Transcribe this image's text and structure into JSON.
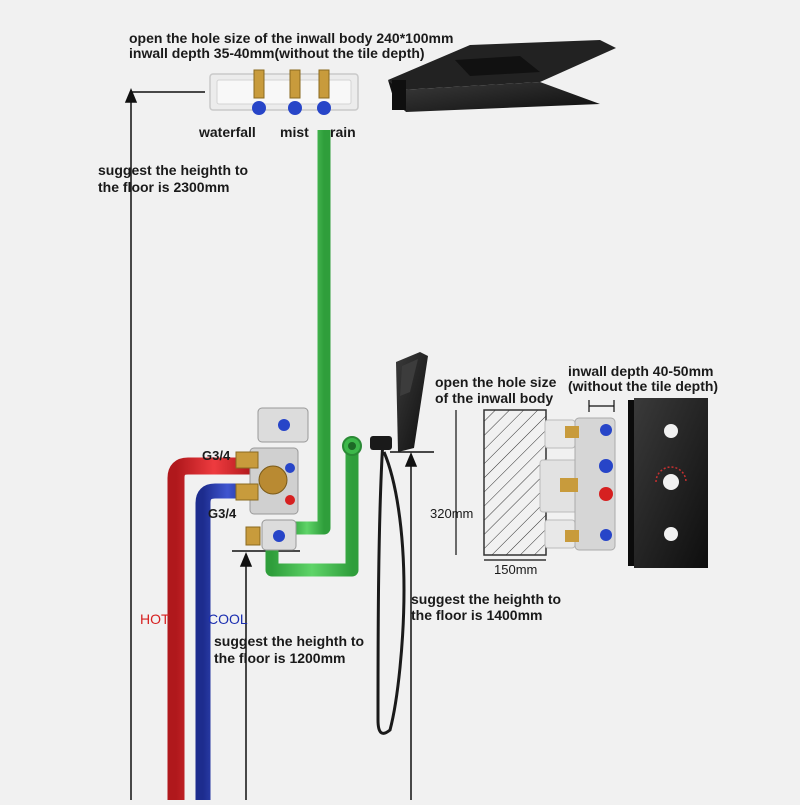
{
  "top_note": {
    "line1": "open the hole size of the inwall body 240*100mm",
    "line2": "inwall depth 35-40mm(without the tile depth)"
  },
  "outlets": {
    "waterfall": "waterfall",
    "mist": "mist",
    "rain": "rain"
  },
  "height_2300": {
    "line1": "suggest the heighth to",
    "line2": "the floor is 2300mm"
  },
  "height_1400": {
    "line1": "suggest the heighth to",
    "line2": "the floor is 1400mm"
  },
  "height_1200": {
    "line1": "suggest the heighth to",
    "line2": "the floor is 1200mm"
  },
  "fittings": {
    "upper": "G3/4",
    "lower": "G3/4"
  },
  "supply": {
    "hot": "HOT",
    "cool": "COOL"
  },
  "hole_box": {
    "line1": "open the hole size",
    "line2": "of the inwall body",
    "height": "320mm",
    "width": "150mm"
  },
  "inwall_depth": {
    "line1": "inwall depth 40-50mm",
    "line2": "(without the tile depth)"
  },
  "colors": {
    "hot_pipe": "#d9262a",
    "cool_pipe": "#2a3fb8",
    "green_pipe": "#3db84a",
    "fixture_black": "#1c1c1c",
    "brass": "#c89b3c"
  }
}
